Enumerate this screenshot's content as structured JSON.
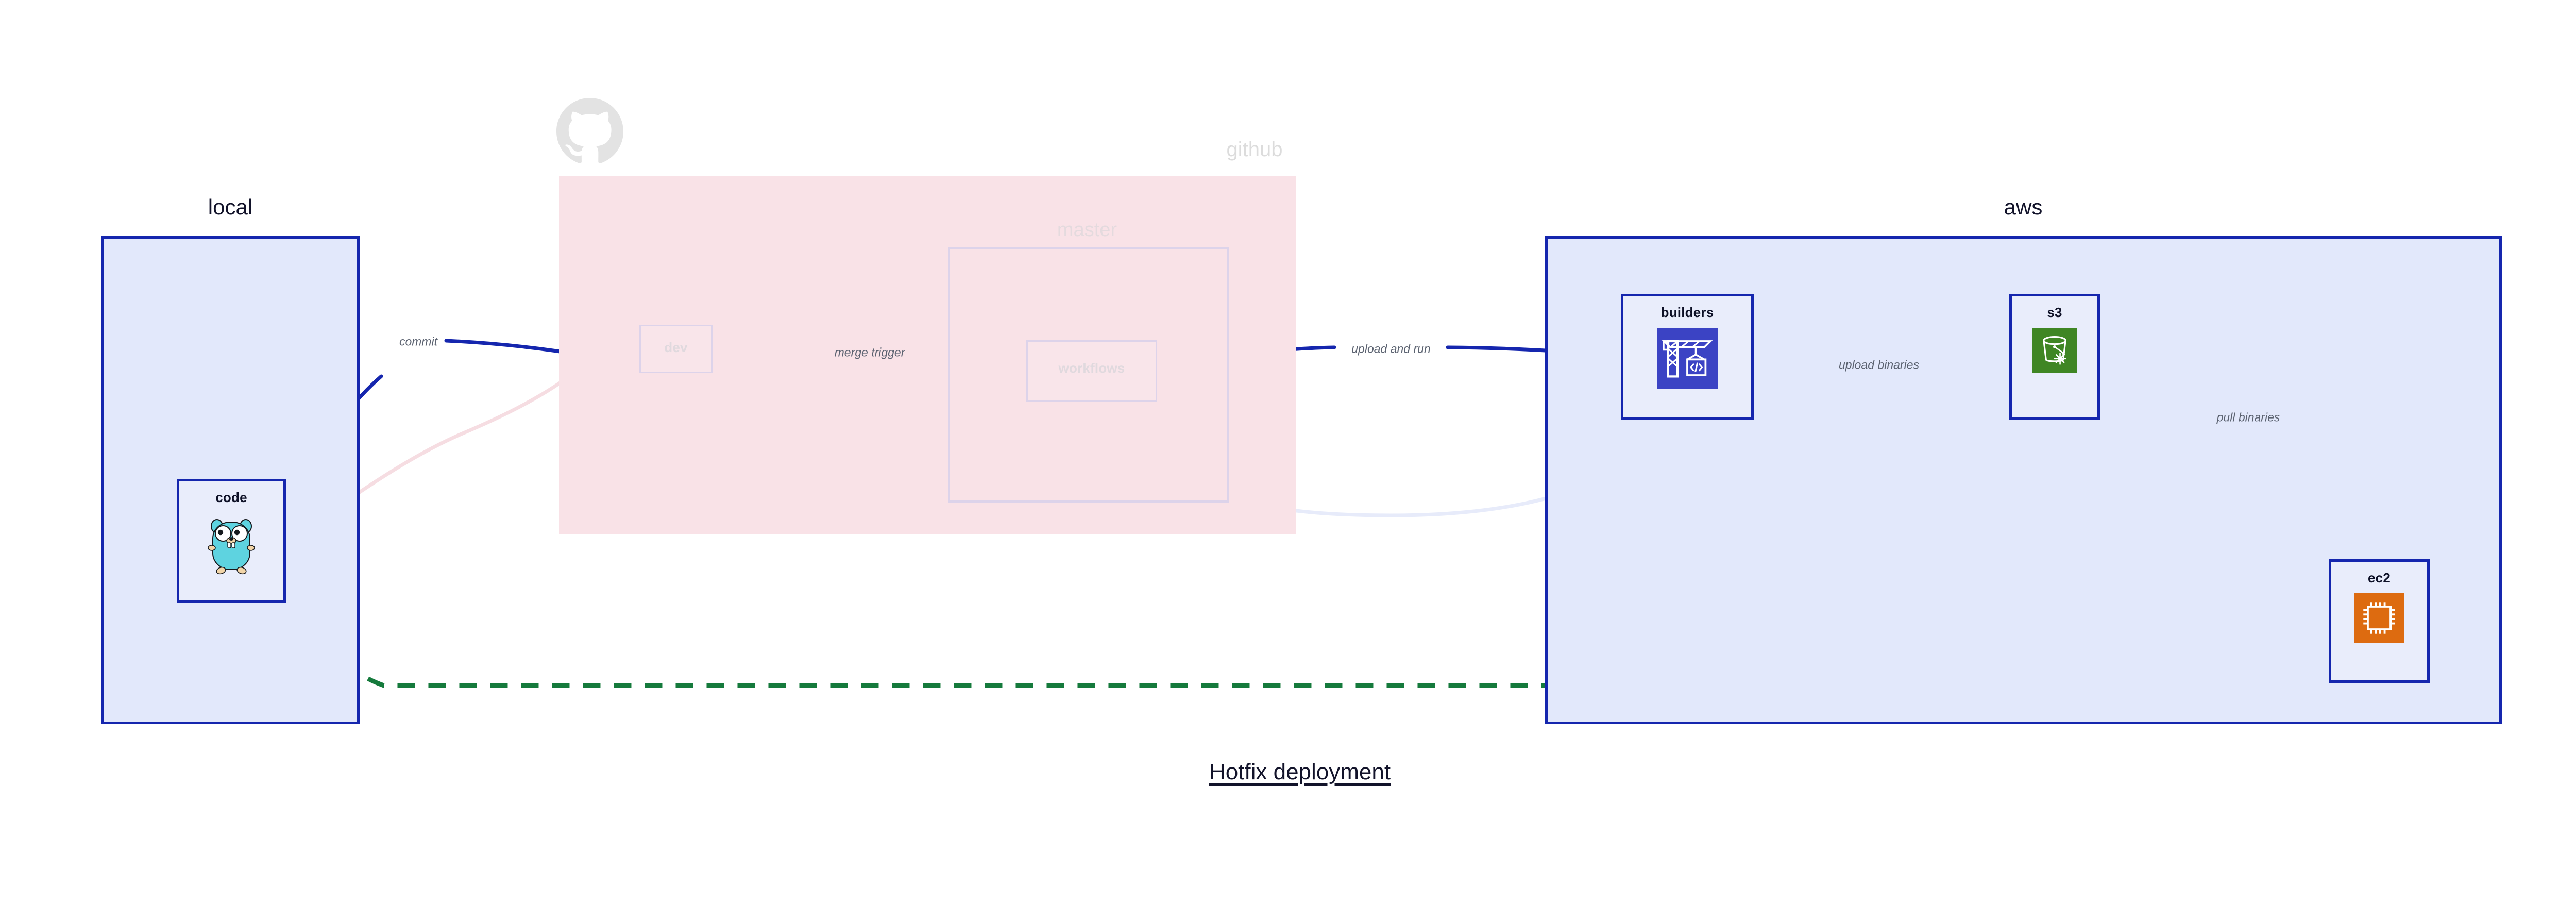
{
  "diagram": {
    "title": "Hotfix deployment",
    "colors": {
      "group_border": "#1526ae",
      "group_fill_blue": "#e2e8fb",
      "group_fill_pink": "#f9e2e7",
      "node_fill": "#e9edfb",
      "edge_active": "#1526ae",
      "edge_dashed": "#157a3c",
      "edge_muted": "#e0dced",
      "label_text": "#5b6270",
      "faded_text": "#dcdcdc",
      "builders_tile": "#3b43c4",
      "s3_tile": "#3f8624",
      "ec2_tile": "#dd6b10",
      "gopher_body": "#5ed3e0"
    },
    "groups": [
      {
        "id": "local",
        "label": "local",
        "faded": false
      },
      {
        "id": "github",
        "label": "github",
        "faded": true
      },
      {
        "id": "master",
        "label": "master",
        "faded": true
      },
      {
        "id": "aws",
        "label": "aws",
        "faded": false
      }
    ],
    "nodes": [
      {
        "id": "code",
        "label": "code",
        "icon": "go-gopher-icon",
        "group": "local",
        "faded": false
      },
      {
        "id": "dev",
        "label": "dev",
        "icon": null,
        "group": "github",
        "faded": true
      },
      {
        "id": "workflows",
        "label": "workflows",
        "icon": null,
        "group": "master",
        "faded": true
      },
      {
        "id": "builders",
        "label": "builders",
        "icon": "aws-crane-icon",
        "group": "aws",
        "faded": false
      },
      {
        "id": "s3",
        "label": "s3",
        "icon": "s3-bucket-icon",
        "group": "aws",
        "faded": false
      },
      {
        "id": "ec2",
        "label": "ec2",
        "icon": "ec2-chip-icon",
        "group": "aws",
        "faded": false
      }
    ],
    "edges": [
      {
        "id": "commit",
        "from": "code",
        "to": "dev",
        "label": "commit",
        "style": "solid",
        "muted": false
      },
      {
        "id": "merge-trigger",
        "from": "dev",
        "to": "workflows",
        "label": "merge trigger",
        "style": "solid",
        "muted": false
      },
      {
        "id": "upload-and-run",
        "from": "workflows",
        "to": "builders",
        "label": "upload and run",
        "style": "solid",
        "muted": false
      },
      {
        "id": "upload-binaries",
        "from": "builders",
        "to": "s3",
        "label": "upload binaries",
        "style": "solid",
        "muted": false
      },
      {
        "id": "pull-binaries",
        "from": "s3",
        "to": "ec2",
        "label": "pull binaries",
        "style": "solid",
        "muted": false
      },
      {
        "id": "hotfix-direct",
        "from": "code",
        "to": "ec2",
        "label": "",
        "style": "dashed",
        "muted": false
      },
      {
        "id": "muted-code-dev",
        "from": "code",
        "to": "dev",
        "label": "",
        "style": "solid",
        "muted": true
      },
      {
        "id": "muted-dev-workflows",
        "from": "dev",
        "to": "workflows",
        "label": "",
        "style": "solid",
        "muted": true
      },
      {
        "id": "muted-workflows-build",
        "from": "workflows",
        "to": "builders",
        "label": "",
        "style": "solid",
        "muted": true
      }
    ],
    "icons": {
      "github_logo": "github-octocat-icon",
      "go_gopher": "go-gopher-icon",
      "aws_crane": "aws-crane-icon",
      "s3_bucket": "s3-bucket-icon",
      "ec2_chip": "ec2-chip-icon"
    }
  }
}
